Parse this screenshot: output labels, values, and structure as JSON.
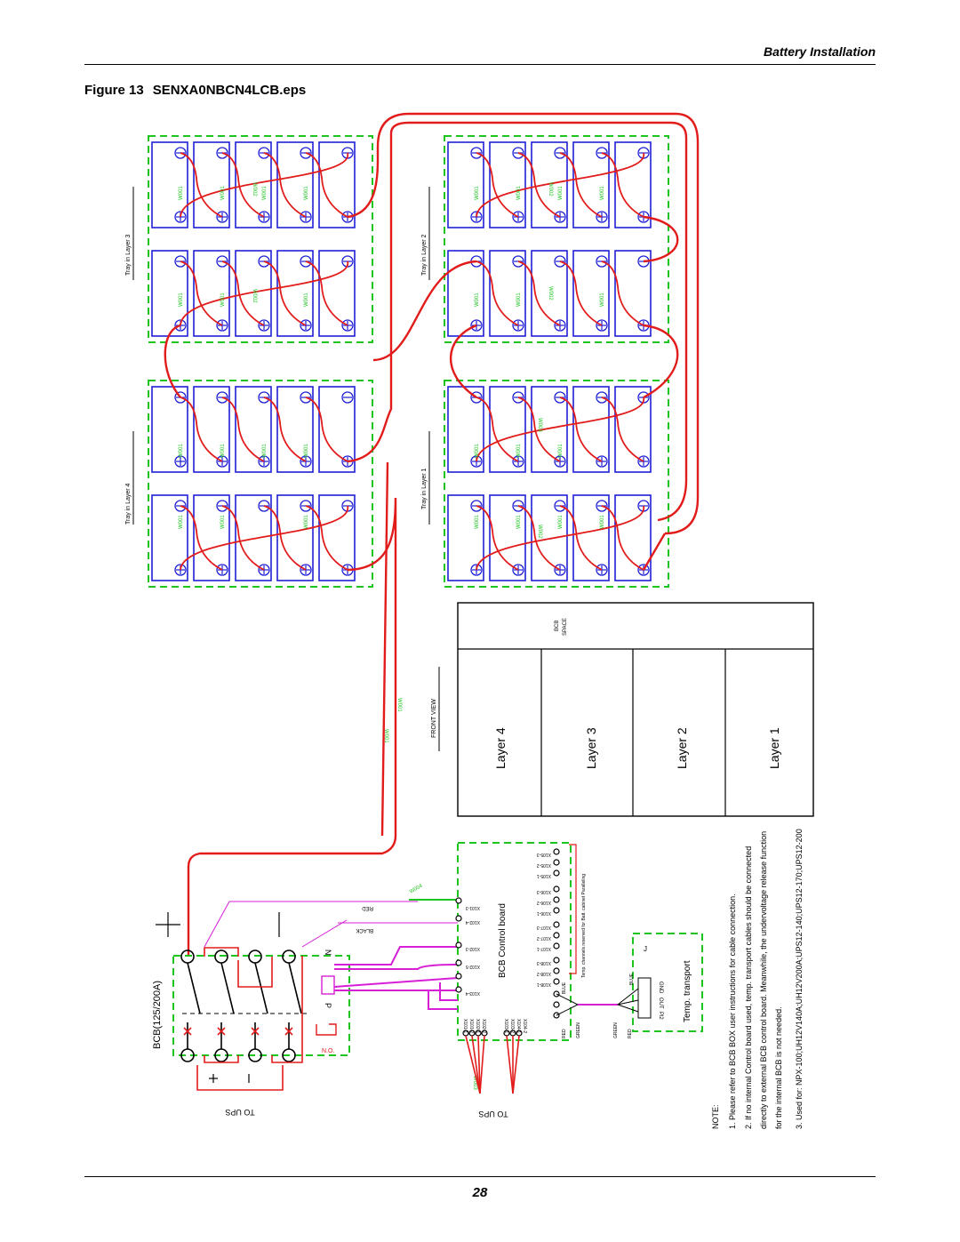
{
  "header": {
    "section_title": "Battery Installation",
    "figure_label": "Figure 13",
    "figure_name": "SENXA0NBCN4LCB.eps"
  },
  "footer": {
    "page_number": "28"
  },
  "diagram": {
    "tray_labels": [
      "Tray in Layer 3",
      "Tray in Layer 4",
      "Tray in Layer 2",
      "Tray in Layer 1"
    ],
    "wire_labels": {
      "w001": "W001",
      "w002": "W002",
      "w003": "W003",
      "w004": "W004"
    },
    "front_view": "FRONT VIEW",
    "bcb_space": [
      "BCB",
      "SPACE"
    ],
    "layers": [
      "Layer 4",
      "Layer 3",
      "Layer 2",
      "Layer 1"
    ],
    "bcb_title": "BCB(125/200A)",
    "to_ups": "TO UPS",
    "no_label": "N.O.",
    "p_label": "P",
    "n_label": "N",
    "red_label": "RED",
    "black_label": "BLACK",
    "control_board": "BCB Control board",
    "control_terms": [
      "X101-1",
      "X101-2",
      "X102-1",
      "X102-2",
      "X103-1",
      "X103-2",
      "X104-1",
      "X104-2"
    ],
    "left_terms": [
      "X101-3",
      "X102-4",
      "X102-3",
      "X102-5",
      "X103-4"
    ],
    "right_terms": [
      "X105-3",
      "X105-2",
      "X105-1",
      "X106-3",
      "X106-2",
      "X106-1",
      "X107-3",
      "X107-2",
      "X107-1",
      "X108-3",
      "X108-2",
      "X108-1"
    ],
    "temp_channels": "Temp. channels reserved for Batt. cabinet Paralleling",
    "colors_lbl": {
      "blue": "BLUE",
      "red": "RED",
      "green": "GREEN"
    },
    "temp_transport": "Temp. transport",
    "tt_pins": [
      "GND",
      "OUT",
      "Pl2"
    ],
    "tt_j": "J",
    "notes": [
      "NOTE:",
      "1. Please refer to BCB BOX user instructions for cable connection.",
      "2. If no internal Control board used, temp. transport cables should be connected",
      "directly to external BCB control board. Meanwhile, the undervoltage release function",
      "for the internal BCB is not needed.",
      "3. Used for: NPX-100;UH12V140A;UH12V200A;UPS12-140;UPS12-170;UPS12-200"
    ],
    "accent_colors": {
      "battery": "#1f1fd6",
      "cable": "#e21b1b",
      "tray": "#1ec51e",
      "signal": "#d61fd6"
    }
  }
}
